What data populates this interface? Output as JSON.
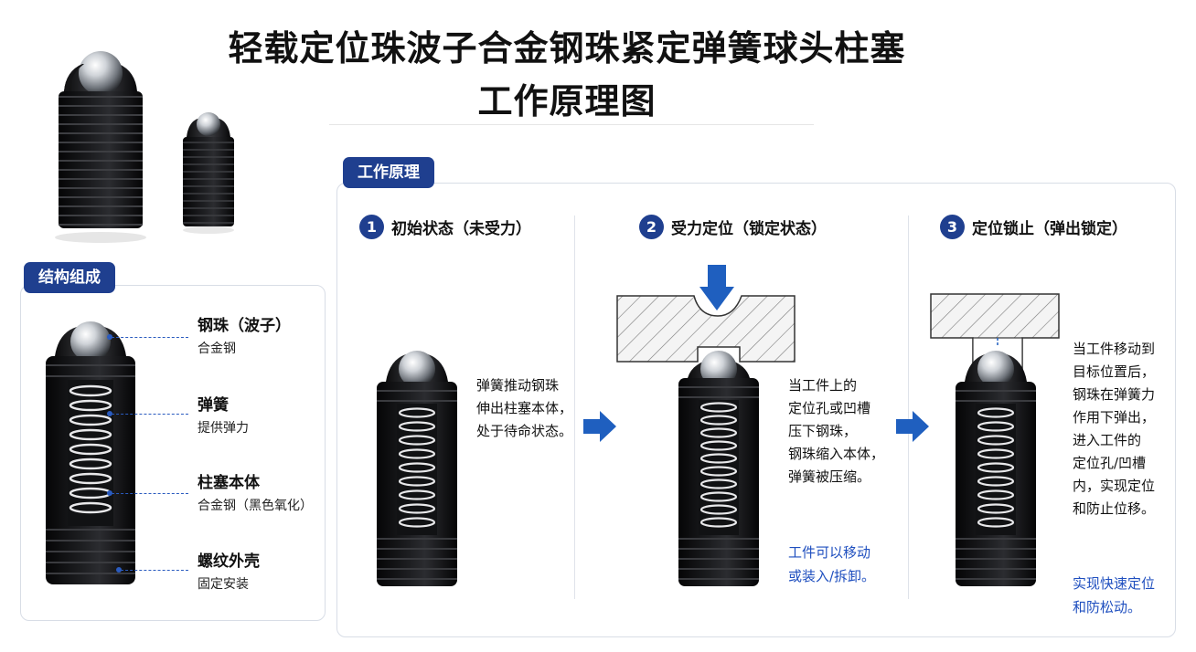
{
  "title_line1": "轻载定位珠波子合金钢珠紧定弹簧球头柱塞",
  "title_line2": "工作原理图",
  "structure": {
    "tag": "结构组成",
    "parts": [
      {
        "name": "钢珠（波子）",
        "material": "合金钢"
      },
      {
        "name": "弹簧",
        "material": "提供弹力"
      },
      {
        "name": "柱塞本体",
        "material": "合金钢（黑色氧化）"
      },
      {
        "name": "螺纹外壳",
        "material": "固定安装"
      }
    ]
  },
  "principle": {
    "tag": "工作原理",
    "steps": [
      {
        "number": "1",
        "title": "初始状态（未受力）",
        "desc": [
          "弹簧推动钢珠",
          "伸出柱塞本体，",
          "处于待命状态。"
        ],
        "note": []
      },
      {
        "number": "2",
        "title": "受力定位（锁定状态）",
        "desc": [
          "当工件上的",
          "定位孔或凹槽",
          "压下钢珠，",
          "钢珠缩入本体，",
          "弹簧被压缩。"
        ],
        "note": [
          "工件可以移动",
          "或装入/拆卸。"
        ]
      },
      {
        "number": "3",
        "title": "定位锁止（弹出锁定）",
        "desc": [
          "当工件移动到",
          "目标位置后，",
          "钢珠在弹簧力",
          "作用下弹出，",
          "进入工件的",
          "定位孔/凹槽",
          "内，实现定位",
          "和防止位移。"
        ],
        "note": [
          "实现快速定位",
          "和防松动。"
        ]
      }
    ]
  },
  "colors": {
    "accent": "#1f3f8f",
    "arrow": "#1f5fbf",
    "note_text": "#1f4fbf"
  }
}
